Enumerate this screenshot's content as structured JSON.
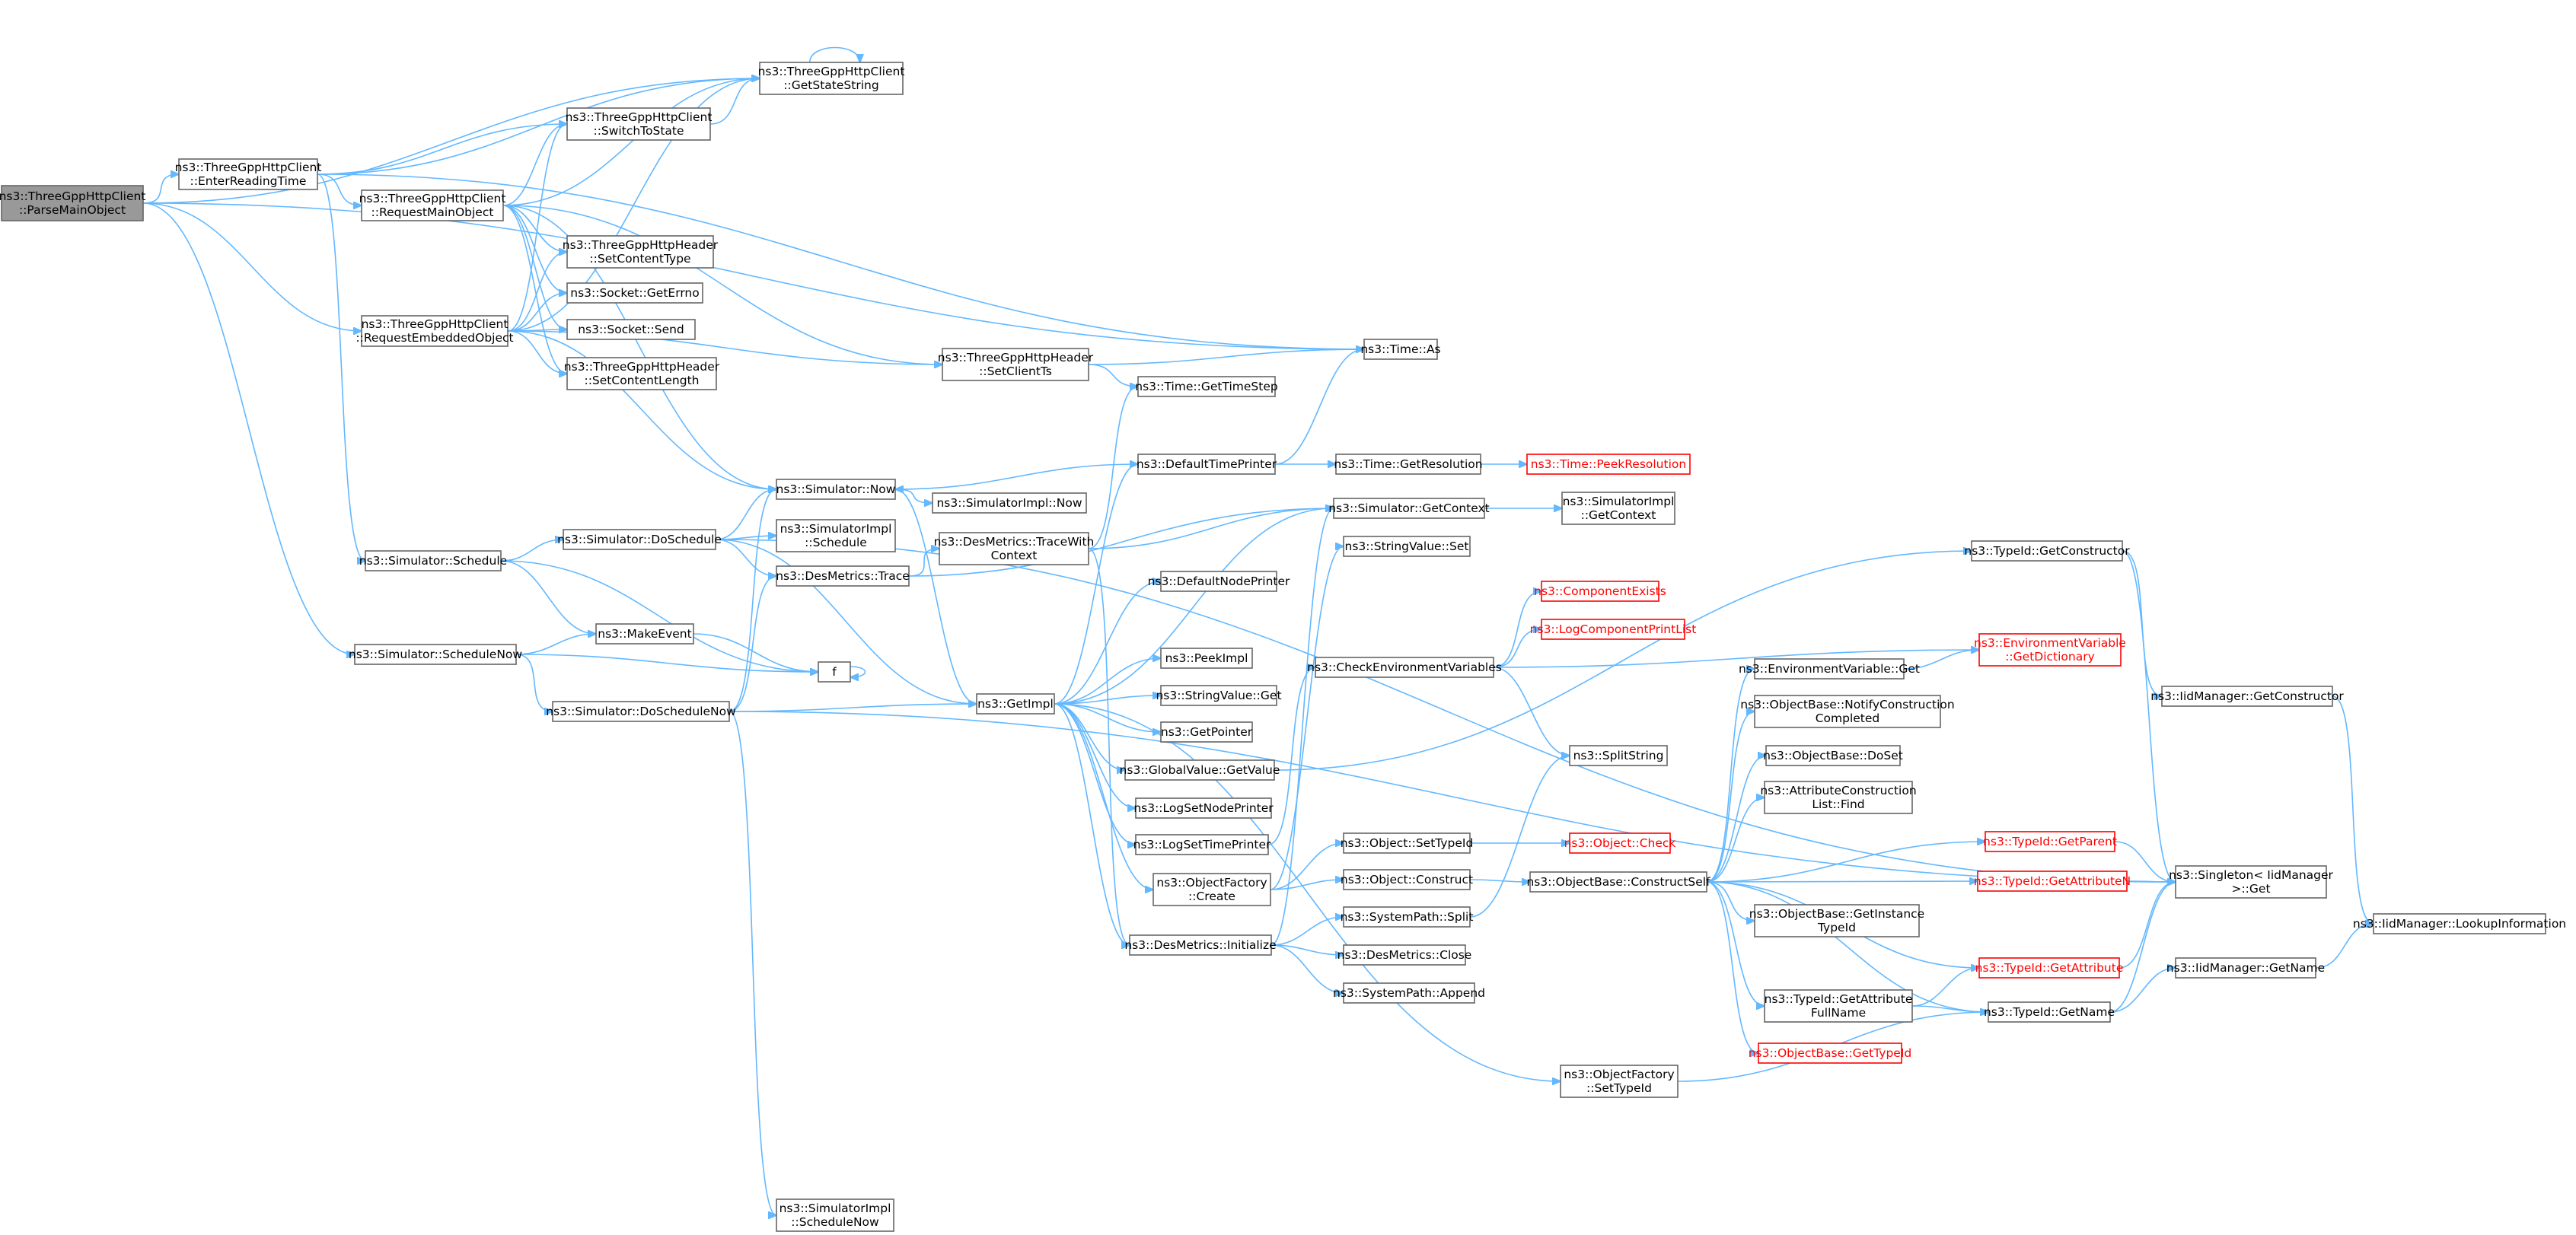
{
  "colors": {
    "edge": "#63b8ff",
    "root_fill": "#999999",
    "border": "#666666",
    "missing_border": "#ff0000"
  },
  "nodes": [
    {
      "id": "root",
      "label": [
        "ns3::ThreeGppHttpClient",
        "::ParseMainObject"
      ],
      "root": true
    },
    {
      "id": "enterReading",
      "label": [
        "ns3::ThreeGppHttpClient",
        "::EnterReadingTime"
      ]
    },
    {
      "id": "requestMain",
      "label": [
        "ns3::ThreeGppHttpClient",
        "::RequestMainObject"
      ]
    },
    {
      "id": "requestEmbedded",
      "label": [
        "ns3::ThreeGppHttpClient",
        "::RequestEmbeddedObject"
      ]
    },
    {
      "id": "getStateString",
      "label": [
        "ns3::ThreeGppHttpClient",
        "::GetStateString"
      ]
    },
    {
      "id": "switchToState",
      "label": [
        "ns3::ThreeGppHttpClient",
        "::SwitchToState"
      ]
    },
    {
      "id": "setContentType",
      "label": [
        "ns3::ThreeGppHttpHeader",
        "::SetContentType"
      ]
    },
    {
      "id": "getErrno",
      "label": [
        "ns3::Socket::GetErrno"
      ]
    },
    {
      "id": "socketSend",
      "label": [
        "ns3::Socket::Send"
      ]
    },
    {
      "id": "setContentLength",
      "label": [
        "ns3::ThreeGppHttpHeader",
        "::SetContentLength"
      ]
    },
    {
      "id": "setClientTs",
      "label": [
        "ns3::ThreeGppHttpHeader",
        "::SetClientTs"
      ]
    },
    {
      "id": "timeAs",
      "label": [
        "ns3::Time::As"
      ]
    },
    {
      "id": "getTimeStep",
      "label": [
        "ns3::Time::GetTimeStep"
      ]
    },
    {
      "id": "defaultTimePrinter",
      "label": [
        "ns3::DefaultTimePrinter"
      ]
    },
    {
      "id": "getResolution",
      "label": [
        "ns3::Time::GetResolution"
      ]
    },
    {
      "id": "peekResolution",
      "label": [
        "ns3::Time::PeekResolution"
      ],
      "red": true
    },
    {
      "id": "simNow",
      "label": [
        "ns3::Simulator::Now"
      ]
    },
    {
      "id": "simImplNow",
      "label": [
        "ns3::SimulatorImpl::Now"
      ]
    },
    {
      "id": "simImplSchedule",
      "label": [
        "ns3::SimulatorImpl",
        "::Schedule"
      ]
    },
    {
      "id": "desTraceWith",
      "label": [
        "ns3::DesMetrics::TraceWith",
        "Context"
      ]
    },
    {
      "id": "simGetContext",
      "label": [
        "ns3::Simulator::GetContext"
      ]
    },
    {
      "id": "simImplGetContext",
      "label": [
        "ns3::SimulatorImpl",
        "::GetContext"
      ]
    },
    {
      "id": "simSchedule",
      "label": [
        "ns3::Simulator::Schedule"
      ]
    },
    {
      "id": "simDoSchedule",
      "label": [
        "ns3::Simulator::DoSchedule"
      ]
    },
    {
      "id": "desTrace",
      "label": [
        "ns3::DesMetrics::Trace"
      ]
    },
    {
      "id": "defaultNodePrinter",
      "label": [
        "ns3::DefaultNodePrinter"
      ]
    },
    {
      "id": "stringValueSet",
      "label": [
        "ns3::StringValue::Set"
      ]
    },
    {
      "id": "typeIdGetConstructor",
      "label": [
        "ns3::TypeId::GetConstructor"
      ]
    },
    {
      "id": "componentExists",
      "label": [
        "ns3::ComponentExists"
      ],
      "red": true
    },
    {
      "id": "logComponentPrintList",
      "label": [
        "ns3::LogComponentPrintList"
      ],
      "red": true
    },
    {
      "id": "makeEvent",
      "label": [
        "ns3::MakeEvent"
      ]
    },
    {
      "id": "simScheduleNow",
      "label": [
        "ns3::Simulator::ScheduleNow"
      ]
    },
    {
      "id": "f",
      "label": [
        "f"
      ]
    },
    {
      "id": "checkEnv",
      "label": [
        "ns3::CheckEnvironmentVariables"
      ]
    },
    {
      "id": "envGetDictionary",
      "label": [
        "ns3::EnvironmentVariable",
        "::GetDictionary"
      ],
      "red": true
    },
    {
      "id": "peekImpl",
      "label": [
        "ns3::PeekImpl"
      ]
    },
    {
      "id": "envGet",
      "label": [
        "ns3::EnvironmentVariable::Get"
      ]
    },
    {
      "id": "iidGetConstructor",
      "label": [
        "ns3::IidManager::GetConstructor"
      ]
    },
    {
      "id": "stringValueGet",
      "label": [
        "ns3::StringValue::Get"
      ]
    },
    {
      "id": "simDoScheduleNow",
      "label": [
        "ns3::Simulator::DoScheduleNow"
      ]
    },
    {
      "id": "getImpl",
      "label": [
        "ns3::GetImpl"
      ]
    },
    {
      "id": "notifyConstruction",
      "label": [
        "ns3::ObjectBase::NotifyConstruction",
        "Completed"
      ]
    },
    {
      "id": "getPointer",
      "label": [
        "ns3::GetPointer"
      ]
    },
    {
      "id": "globalValueGetValue",
      "label": [
        "ns3::GlobalValue::GetValue"
      ]
    },
    {
      "id": "objectBaseDoSet",
      "label": [
        "ns3::ObjectBase::DoSet"
      ]
    },
    {
      "id": "splitString",
      "label": [
        "ns3::SplitString"
      ]
    },
    {
      "id": "attrConstructionFind",
      "label": [
        "ns3::AttributeConstruction",
        "List::Find"
      ]
    },
    {
      "id": "logSetNodePrinter",
      "label": [
        "ns3::LogSetNodePrinter"
      ]
    },
    {
      "id": "logSetTimePrinter",
      "label": [
        "ns3::LogSetTimePrinter"
      ]
    },
    {
      "id": "objectSetTypeId",
      "label": [
        "ns3::Object::SetTypeId"
      ]
    },
    {
      "id": "objectCheck",
      "label": [
        "ns3::Object::Check"
      ],
      "red": true
    },
    {
      "id": "typeIdGetParent",
      "label": [
        "ns3::TypeId::GetParent"
      ],
      "red": true
    },
    {
      "id": "objectFactoryCreate",
      "label": [
        "ns3::ObjectFactory",
        "::Create"
      ]
    },
    {
      "id": "objectConstruct",
      "label": [
        "ns3::Object::Construct"
      ]
    },
    {
      "id": "constructSelf",
      "label": [
        "ns3::ObjectBase::ConstructSelf"
      ]
    },
    {
      "id": "typeIdGetAttributeN",
      "label": [
        "ns3::TypeId::GetAttributeN"
      ],
      "red": true
    },
    {
      "id": "singletonGet",
      "label": [
        "ns3::Singleton< IidManager",
        ">::Get"
      ]
    },
    {
      "id": "getInstanceTypeId",
      "label": [
        "ns3::ObjectBase::GetInstance",
        "TypeId"
      ]
    },
    {
      "id": "systemPathSplit",
      "label": [
        "ns3::SystemPath::Split"
      ]
    },
    {
      "id": "desInitialize",
      "label": [
        "ns3::DesMetrics::Initialize"
      ]
    },
    {
      "id": "iidLookup",
      "label": [
        "ns3::IidManager::LookupInformation"
      ]
    },
    {
      "id": "desClose",
      "label": [
        "ns3::DesMetrics::Close"
      ]
    },
    {
      "id": "typeIdGetAttribute",
      "label": [
        "ns3::TypeId::GetAttribute"
      ],
      "red": true
    },
    {
      "id": "iidGetName",
      "label": [
        "ns3::IidManager::GetName"
      ]
    },
    {
      "id": "systemPathAppend",
      "label": [
        "ns3::SystemPath::Append"
      ]
    },
    {
      "id": "getAttrFullName",
      "label": [
        "ns3::TypeId::GetAttribute",
        "FullName"
      ]
    },
    {
      "id": "typeIdGetName",
      "label": [
        "ns3::TypeId::GetName"
      ]
    },
    {
      "id": "getTypeId",
      "label": [
        "ns3::ObjectBase::GetTypeId"
      ],
      "red": true
    },
    {
      "id": "objectFactorySetTypeId",
      "label": [
        "ns3::ObjectFactory",
        "::SetTypeId"
      ]
    },
    {
      "id": "simImplScheduleNow",
      "label": [
        "ns3::SimulatorImpl",
        "::ScheduleNow"
      ]
    }
  ],
  "edges": [
    [
      "root",
      "enterReading"
    ],
    [
      "root",
      "getStateString"
    ],
    [
      "root",
      "timeAs"
    ],
    [
      "root",
      "requestEmbedded"
    ],
    [
      "root",
      "simScheduleNow"
    ],
    [
      "enterReading",
      "getStateString"
    ],
    [
      "enterReading",
      "requestMain"
    ],
    [
      "enterReading",
      "switchToState"
    ],
    [
      "enterReading",
      "simSchedule"
    ],
    [
      "enterReading",
      "timeAs"
    ],
    [
      "requestMain",
      "getStateString"
    ],
    [
      "requestMain",
      "switchToState"
    ],
    [
      "requestMain",
      "setContentType"
    ],
    [
      "requestMain",
      "getErrno"
    ],
    [
      "requestMain",
      "socketSend"
    ],
    [
      "requestMain",
      "setContentLength"
    ],
    [
      "requestMain",
      "setClientTs"
    ],
    [
      "requestMain",
      "simNow"
    ],
    [
      "requestEmbedded",
      "getStateString"
    ],
    [
      "requestEmbedded",
      "switchToState"
    ],
    [
      "requestEmbedded",
      "setContentType"
    ],
    [
      "requestEmbedded",
      "getErrno"
    ],
    [
      "requestEmbedded",
      "socketSend"
    ],
    [
      "requestEmbedded",
      "setContentLength"
    ],
    [
      "requestEmbedded",
      "setClientTs"
    ],
    [
      "requestEmbedded",
      "simNow"
    ],
    [
      "getStateString",
      "getStateString"
    ],
    [
      "switchToState",
      "getStateString"
    ],
    [
      "setClientTs",
      "timeAs"
    ],
    [
      "setClientTs",
      "getTimeStep"
    ],
    [
      "defaultTimePrinter",
      "timeAs"
    ],
    [
      "defaultTimePrinter",
      "getResolution"
    ],
    [
      "defaultTimePrinter",
      "simNow"
    ],
    [
      "getResolution",
      "peekResolution"
    ],
    [
      "simNow",
      "simImplNow"
    ],
    [
      "simNow",
      "getImpl"
    ],
    [
      "desTraceWith",
      "simGetContext"
    ],
    [
      "desTraceWith",
      "getTimeStep"
    ],
    [
      "desTraceWith",
      "desInitialize"
    ],
    [
      "simGetContext",
      "simImplGetContext"
    ],
    [
      "simSchedule",
      "simDoSchedule"
    ],
    [
      "simSchedule",
      "makeEvent"
    ],
    [
      "simSchedule",
      "f"
    ],
    [
      "simDoSchedule",
      "simNow"
    ],
    [
      "simDoSchedule",
      "simImplSchedule"
    ],
    [
      "simDoSchedule",
      "desTrace"
    ],
    [
      "simDoSchedule",
      "getImpl"
    ],
    [
      "simDoSchedule",
      "singletonGet"
    ],
    [
      "desTrace",
      "desTraceWith"
    ],
    [
      "desTrace",
      "simGetContext"
    ],
    [
      "simScheduleNow",
      "makeEvent"
    ],
    [
      "simScheduleNow",
      "simDoScheduleNow"
    ],
    [
      "simScheduleNow",
      "f"
    ],
    [
      "makeEvent",
      "f"
    ],
    [
      "f",
      "f"
    ],
    [
      "simDoScheduleNow",
      "simNow"
    ],
    [
      "simDoScheduleNow",
      "desTrace"
    ],
    [
      "simDoScheduleNow",
      "getImpl"
    ],
    [
      "simDoScheduleNow",
      "simImplScheduleNow"
    ],
    [
      "simDoScheduleNow",
      "singletonGet"
    ],
    [
      "getImpl",
      "defaultTimePrinter"
    ],
    [
      "getImpl",
      "simGetContext"
    ],
    [
      "getImpl",
      "defaultNodePrinter"
    ],
    [
      "getImpl",
      "peekImpl"
    ],
    [
      "getImpl",
      "stringValueGet"
    ],
    [
      "getImpl",
      "getPointer"
    ],
    [
      "getImpl",
      "globalValueGetValue"
    ],
    [
      "getImpl",
      "logSetNodePrinter"
    ],
    [
      "getImpl",
      "logSetTimePrinter"
    ],
    [
      "getImpl",
      "objectFactoryCreate"
    ],
    [
      "getImpl",
      "desInitialize"
    ],
    [
      "getImpl",
      "objectFactorySetTypeId"
    ],
    [
      "globalValueGetValue",
      "typeIdGetConstructor"
    ],
    [
      "logSetTimePrinter",
      "checkEnv"
    ],
    [
      "checkEnv",
      "componentExists"
    ],
    [
      "checkEnv",
      "logComponentPrintList"
    ],
    [
      "checkEnv",
      "envGetDictionary"
    ],
    [
      "checkEnv",
      "splitString"
    ],
    [
      "objectFactoryCreate",
      "objectSetTypeId"
    ],
    [
      "objectFactoryCreate",
      "objectConstruct"
    ],
    [
      "objectFactoryCreate",
      "stringValueSet"
    ],
    [
      "objectSetTypeId",
      "objectCheck"
    ],
    [
      "objectConstruct",
      "constructSelf"
    ],
    [
      "desInitialize",
      "systemPathSplit"
    ],
    [
      "desInitialize",
      "desClose"
    ],
    [
      "desInitialize",
      "systemPathAppend"
    ],
    [
      "desInitialize",
      "simGetContext"
    ],
    [
      "systemPathSplit",
      "splitString"
    ],
    [
      "constructSelf",
      "envGet"
    ],
    [
      "constructSelf",
      "notifyConstruction"
    ],
    [
      "constructSelf",
      "objectBaseDoSet"
    ],
    [
      "constructSelf",
      "attrConstructionFind"
    ],
    [
      "constructSelf",
      "typeIdGetParent"
    ],
    [
      "constructSelf",
      "typeIdGetAttributeN"
    ],
    [
      "constructSelf",
      "getInstanceTypeId"
    ],
    [
      "constructSelf",
      "typeIdGetAttribute"
    ],
    [
      "constructSelf",
      "getAttrFullName"
    ],
    [
      "constructSelf",
      "getTypeId"
    ],
    [
      "constructSelf",
      "typeIdGetName"
    ],
    [
      "envGet",
      "envGetDictionary"
    ],
    [
      "typeIdGetConstructor",
      "iidGetConstructor"
    ],
    [
      "typeIdGetConstructor",
      "singletonGet"
    ],
    [
      "iidGetConstructor",
      "iidLookup"
    ],
    [
      "typeIdGetParent",
      "singletonGet"
    ],
    [
      "typeIdGetAttributeN",
      "singletonGet"
    ],
    [
      "typeIdGetAttribute",
      "singletonGet"
    ],
    [
      "getAttrFullName",
      "typeIdGetAttribute"
    ],
    [
      "getAttrFullName",
      "typeIdGetName"
    ],
    [
      "typeIdGetName",
      "singletonGet"
    ],
    [
      "typeIdGetName",
      "iidGetName"
    ],
    [
      "iidGetName",
      "iidLookup"
    ],
    [
      "objectFactorySetTypeId",
      "typeIdGetName"
    ]
  ]
}
